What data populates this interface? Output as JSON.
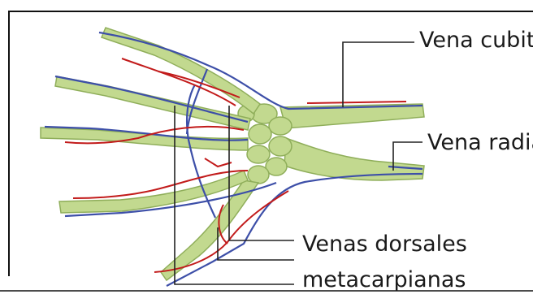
{
  "labels": {
    "vena_cubital": "Vena cubital",
    "vena_radial": "Vena radial",
    "venas_dorsales_line1": "Venas dorsales",
    "venas_dorsales_line2": "metacarpianas"
  },
  "colors": {
    "bone": "#c2d98f",
    "bone_edge": "#8fae5a",
    "vein": "#3d4fa8",
    "artery": "#c21b1b",
    "leader": "#222222",
    "frame": "#111111"
  }
}
